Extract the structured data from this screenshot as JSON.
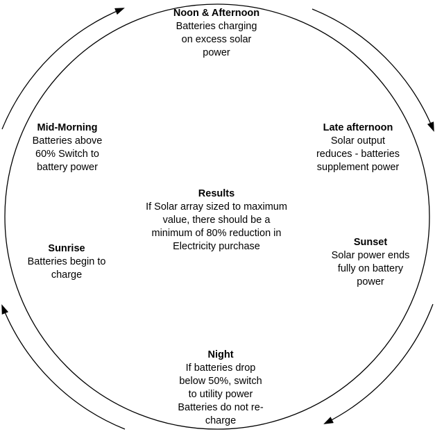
{
  "colors": {
    "stroke": "#000000",
    "background": "#ffffff"
  },
  "phases": {
    "noon": {
      "title": "Noon & Afternoon",
      "lines": [
        "Batteries charging",
        "on excess solar",
        "power"
      ]
    },
    "late_afternoon": {
      "title": "Late afternoon",
      "lines": [
        "Solar output",
        "reduces - batteries",
        "supplement power"
      ]
    },
    "sunset": {
      "title": "Sunset",
      "lines": [
        "Solar power ends",
        "fully on battery",
        "power"
      ]
    },
    "night": {
      "title": "Night",
      "lines": [
        "If batteries drop",
        "below 50%, switch",
        "to utility power",
        "Batteries do not re-",
        "charge"
      ]
    },
    "sunrise": {
      "title": "Sunrise",
      "lines": [
        "Batteries begin to",
        "charge"
      ]
    },
    "mid_morning": {
      "title": "Mid-Morning",
      "lines": [
        "Batteries above",
        "60% Switch to",
        "battery power"
      ]
    }
  },
  "results": {
    "title": "Results",
    "lines": [
      "If Solar array sized to maximum",
      "value, there should be a",
      "minimum of 80% reduction in",
      "Electricity purchase"
    ]
  }
}
